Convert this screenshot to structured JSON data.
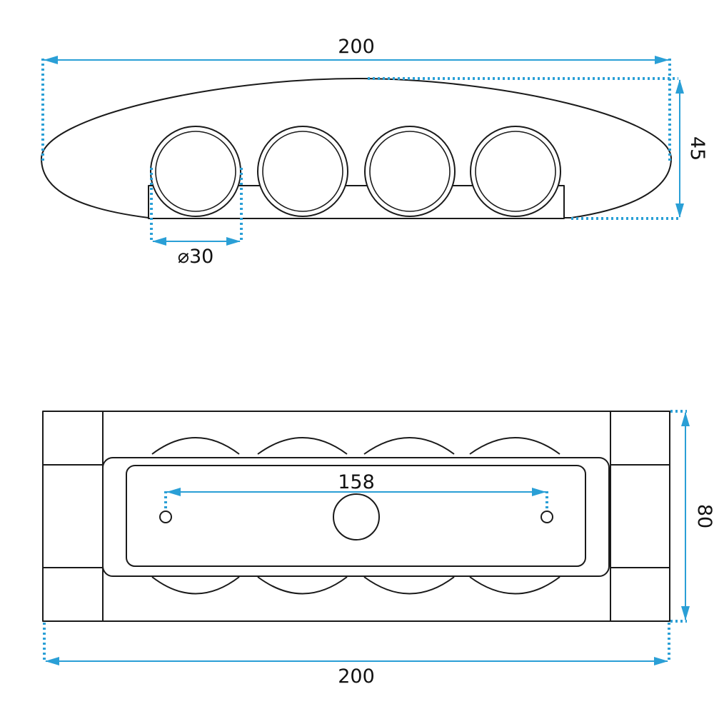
{
  "colors": {
    "dimension": "#2a9fd6",
    "outline": "#1a1a1a",
    "background": "#ffffff"
  },
  "side_view": {
    "width_label": "200",
    "height_label": "45",
    "lens_diameter_label": "⌀30",
    "lens_count": 4
  },
  "bottom_view": {
    "width_label": "200",
    "height_label": "80",
    "hole_spacing_label": "158",
    "lens_count": 4
  }
}
